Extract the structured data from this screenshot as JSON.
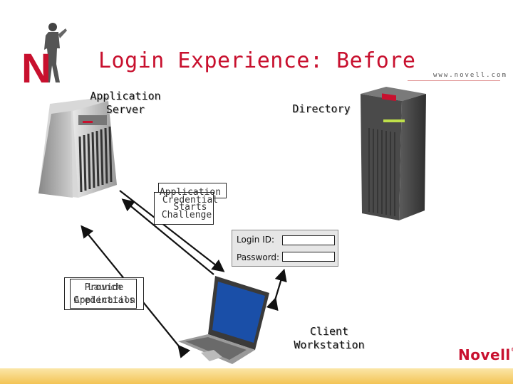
{
  "slide": {
    "title": "Login Experience:  Before",
    "url": "www.novell.com",
    "brand": "Novell",
    "brand_mark": "®",
    "logo_letter": "N"
  },
  "nodes": {
    "app_server": {
      "line1": "Application",
      "line2": "Server"
    },
    "directory": {
      "label": "Directory"
    },
    "client": {
      "line1": "Client",
      "line2": "Workstation"
    }
  },
  "overlay_boxes": {
    "credential": {
      "a": "Application",
      "b": "Credential",
      "c": "Starts",
      "d": "Challenge"
    },
    "provide": {
      "a": "Provide",
      "b": "Launch",
      "c": "Credentials",
      "d": "Application"
    }
  },
  "login_form": {
    "login_id_label": "Login ID:",
    "password_label": "Password:"
  },
  "colors": {
    "accent": "#c8102e",
    "bar": "#f3c455"
  }
}
